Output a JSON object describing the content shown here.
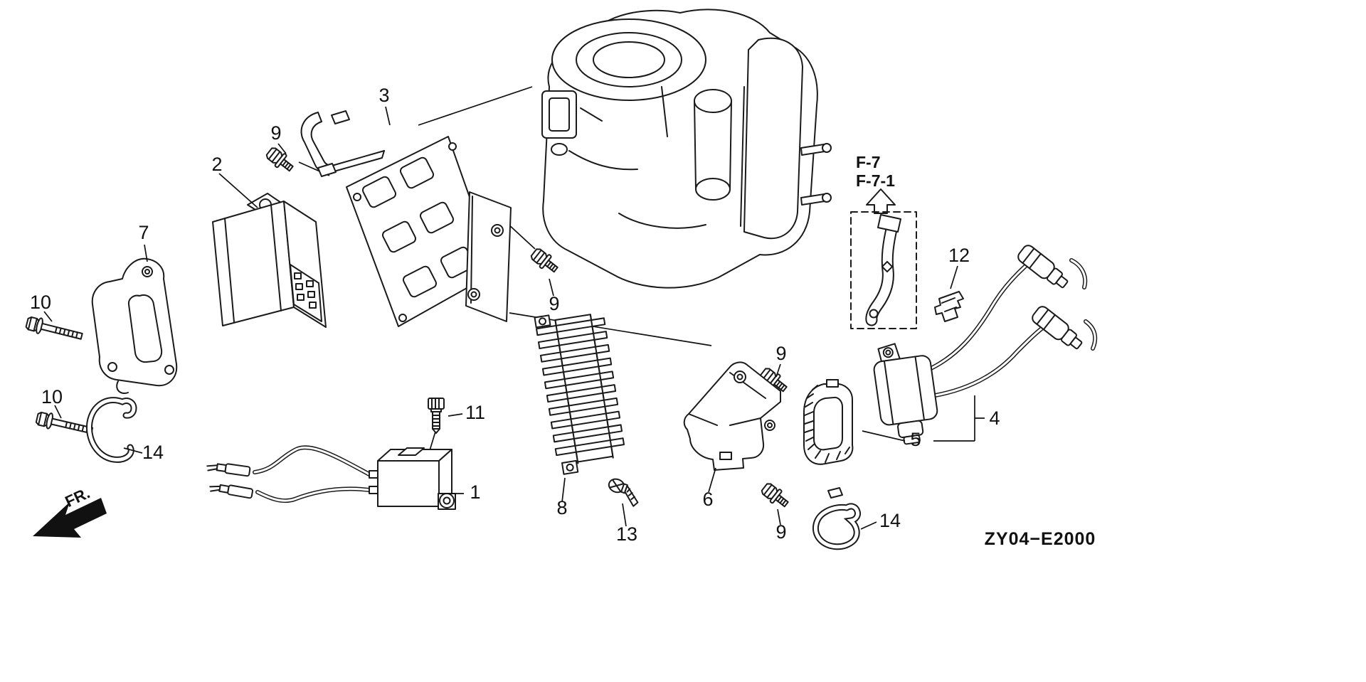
{
  "diagram": {
    "code": "ZY04−E2000",
    "direction_label": "FR.",
    "references": {
      "primary": "F-7",
      "secondary": "F-7-1"
    },
    "callouts": [
      {
        "label": "1"
      },
      {
        "label": "2"
      },
      {
        "label": "3"
      },
      {
        "label": "4"
      },
      {
        "label": "5"
      },
      {
        "label": "6"
      },
      {
        "label": "7"
      },
      {
        "label": "8"
      },
      {
        "label": "9"
      },
      {
        "label": "9"
      },
      {
        "label": "9"
      },
      {
        "label": "9"
      },
      {
        "label": "10"
      },
      {
        "label": "10"
      },
      {
        "label": "11"
      },
      {
        "label": "12"
      },
      {
        "label": "13"
      },
      {
        "label": "14"
      }
    ],
    "extra_callouts": {
      "second_14": {
        "label": "14"
      }
    }
  }
}
